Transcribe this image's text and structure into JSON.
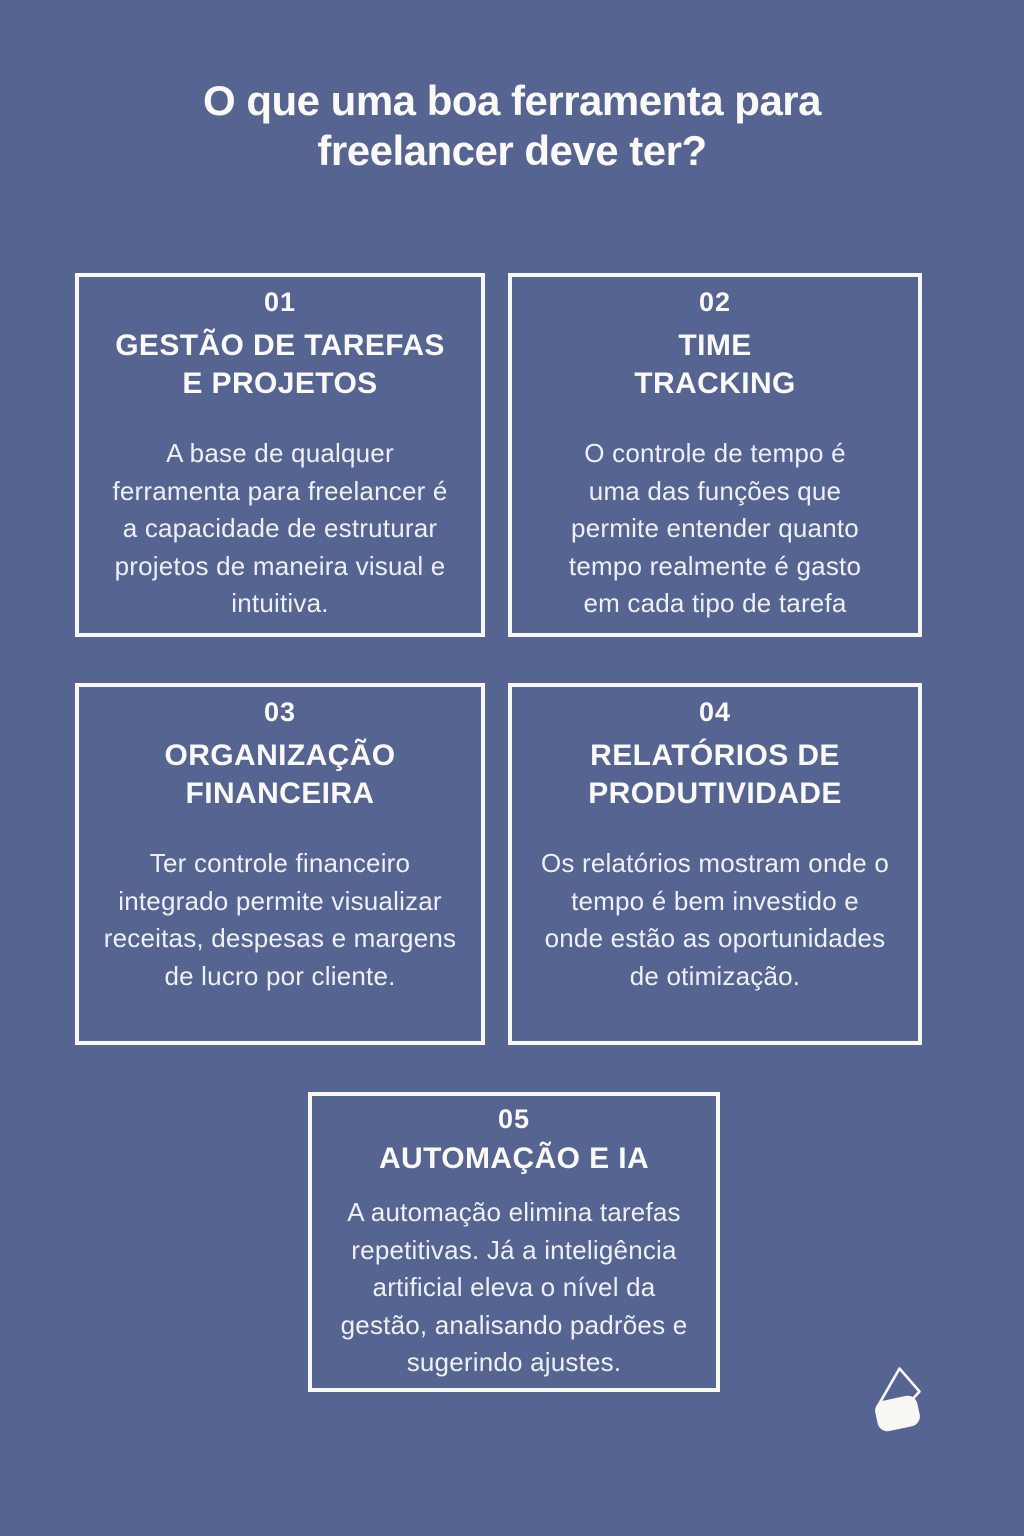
{
  "colors": {
    "background": "#556490",
    "frame": "#f8f7f3",
    "heading_text": "#faf9f6",
    "body_text": "#eef0f5"
  },
  "title": "O que uma boa ferramenta para\nfreelancer deve ter?",
  "cards": [
    {
      "number": "01",
      "title": "GESTÃO DE TAREFAS\nE PROJETOS",
      "body": "A base de qualquer\nferramenta para freelancer é\na capacidade de estruturar\nprojetos de maneira visual e\nintuitiva."
    },
    {
      "number": "02",
      "title": "TIME\nTRACKING",
      "body": "O controle de tempo é\numa das funções que\npermite entender quanto\ntempo realmente é gasto\nem cada tipo de tarefa"
    },
    {
      "number": "03",
      "title": "ORGANIZAÇÃO\nFINANCEIRA",
      "body": "Ter controle financeiro\nintegrado permite visualizar\nreceitas, despesas e margens\nde lucro por cliente."
    },
    {
      "number": "04",
      "title": "RELATÓRIOS DE\nPRODUTIVIDADE",
      "body": "Os relatórios mostram onde o\ntempo é bem investido e\nonde estão as oportunidades\nde otimização."
    },
    {
      "number": "05",
      "title": "AUTOMAÇÃO E IA",
      "body": "A automação elimina tarefas\nrepetitivas. Já a inteligência\nartificial eleva o nível da\ngestão, analisando padrões e\nsugerindo ajustes."
    }
  ],
  "logo": {
    "icon": "folded-page-icon"
  }
}
